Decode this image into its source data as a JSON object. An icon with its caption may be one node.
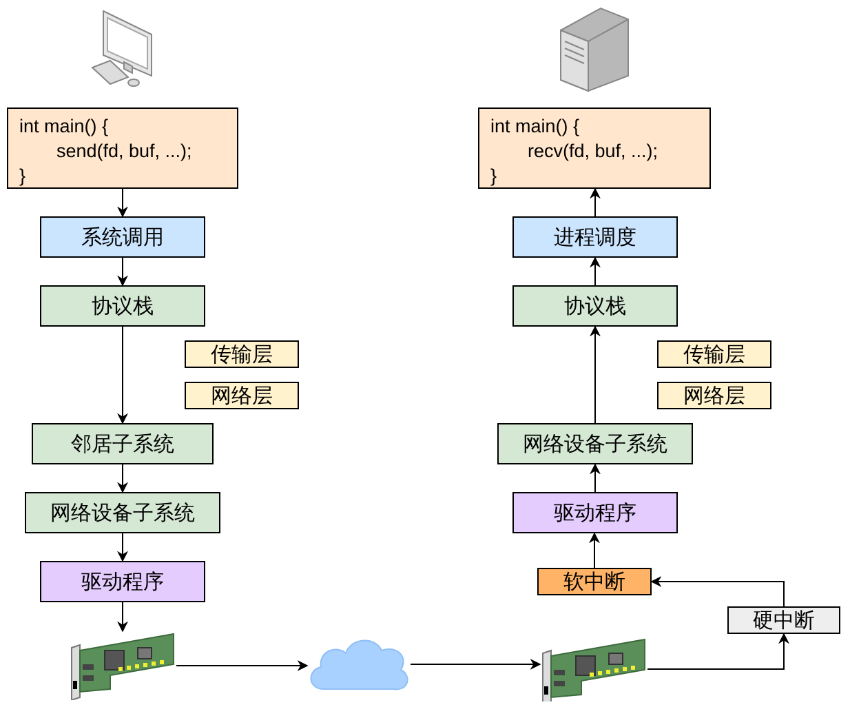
{
  "diagram": {
    "nodes": [
      {
        "text": [
          "int main() {",
          "send(fd, buf, ...);",
          "}"
        ]
      },
      {
        "text": [
          "系统调用"
        ]
      },
      {
        "text": [
          "协议栈"
        ]
      },
      {
        "text": [
          "传输层"
        ]
      },
      {
        "text": [
          "网络层"
        ]
      },
      {
        "text": [
          "邻居子系统"
        ]
      },
      {
        "text": [
          "网络设备子系统"
        ]
      },
      {
        "text": [
          "驱动程序"
        ]
      },
      {
        "text": [],
        "shape": "picture"
      },
      {
        "text": [],
        "shape": "cloud"
      },
      {
        "text": [
          "int main() {",
          "recv(fd, buf, ...);",
          "}"
        ]
      },
      {
        "text": [
          "进程调度"
        ]
      },
      {
        "text": [
          "协议栈"
        ]
      },
      {
        "text": [
          "传输层"
        ]
      },
      {
        "text": [
          "网络层"
        ]
      },
      {
        "text": [
          "网络设备子系统"
        ]
      },
      {
        "text": [
          "驱动程序"
        ]
      },
      {
        "text": [
          "软中断"
        ]
      },
      {
        "text": [],
        "shape": "picture"
      },
      {
        "text": [
          "硬中断"
        ]
      }
    ],
    "edges": [
      {
        "from": 0,
        "to": 1,
        "arrow": "to"
      },
      {
        "from": 1,
        "to": 2,
        "arrow": "to"
      },
      {
        "from": 2,
        "to": 5,
        "arrow": "to"
      },
      {
        "from": 5,
        "to": 6,
        "arrow": "to"
      },
      {
        "from": 6,
        "to": 7,
        "arrow": "to"
      },
      {
        "from": 7,
        "to": 8,
        "arrow": "to"
      },
      {
        "from": 8,
        "to": 9,
        "arrow": "to"
      },
      {
        "from": 9,
        "to": 18,
        "arrow": "to"
      },
      {
        "from": 18,
        "to": 19,
        "arrow": "to"
      },
      {
        "from": 19,
        "to": 17,
        "arrow": "to"
      },
      {
        "from": 17,
        "to": 16,
        "arrow": "to"
      },
      {
        "from": 16,
        "to": 15,
        "arrow": "to"
      },
      {
        "from": 15,
        "to": 12,
        "arrow": "to"
      },
      {
        "from": 12,
        "to": 11,
        "arrow": "to"
      },
      {
        "from": 11,
        "to": 10,
        "arrow": "to"
      }
    ]
  }
}
